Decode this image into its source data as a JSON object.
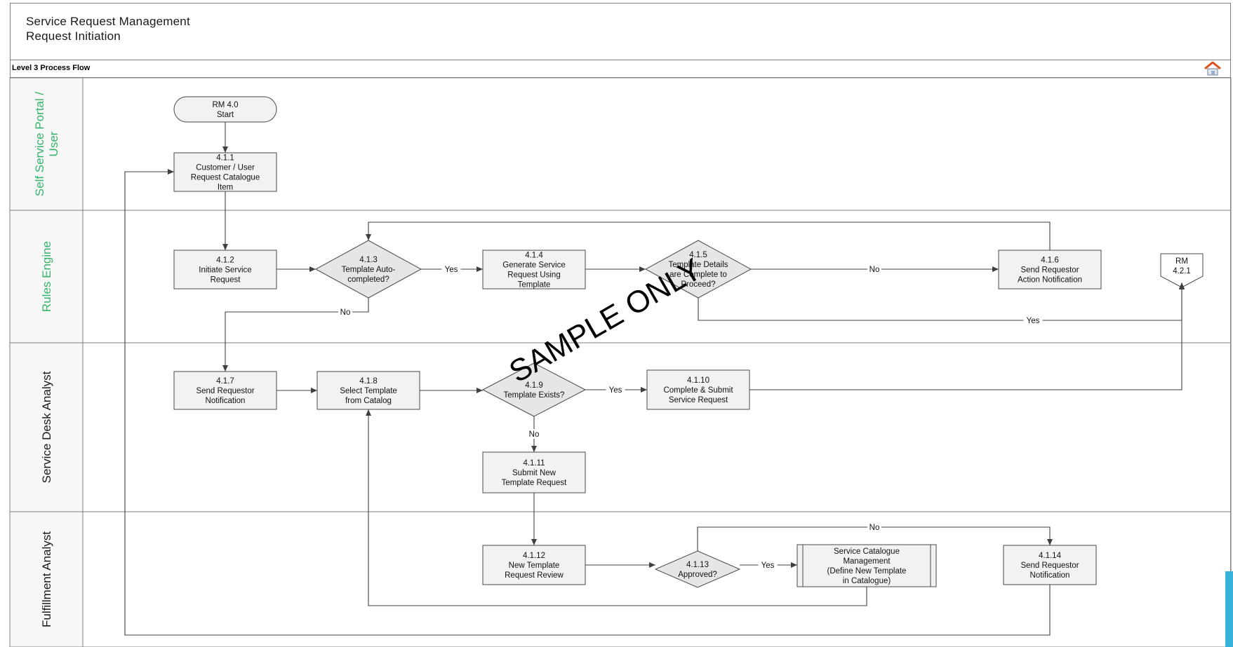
{
  "header": {
    "title_line1": "Service Request Management",
    "title_line2": "Request Initiation"
  },
  "subbar": {
    "label": "Level 3 Process Flow",
    "home_icon": "home-icon"
  },
  "lanes": [
    {
      "id": "portal",
      "label_lines": [
        "Self Service Portal /",
        "User"
      ],
      "color": "#33b36b"
    },
    {
      "id": "rules",
      "label_lines": [
        "Rules Engine"
      ],
      "color": "#33b36b"
    },
    {
      "id": "sda",
      "label_lines": [
        "Service Desk Analyst"
      ],
      "color": "#1a1a1a"
    },
    {
      "id": "fa",
      "label_lines": [
        "Fulfillment Analyst"
      ],
      "color": "#1a1a1a"
    }
  ],
  "nodes": [
    {
      "id": "start",
      "shape": "terminal",
      "lines": [
        "RM 4.0",
        "Start"
      ]
    },
    {
      "id": "n411",
      "shape": "process",
      "lines": [
        "4.1.1",
        "Customer / User",
        "Request Catalogue",
        "Item"
      ]
    },
    {
      "id": "n412",
      "shape": "process",
      "lines": [
        "4.1.2",
        "Initiate Service",
        "Request"
      ]
    },
    {
      "id": "n413",
      "shape": "decision",
      "lines": [
        "4.1.3",
        "Template Auto-",
        "completed?"
      ]
    },
    {
      "id": "n414",
      "shape": "process",
      "lines": [
        "4.1.4",
        "Generate Service",
        "Request Using",
        "Template"
      ]
    },
    {
      "id": "n415",
      "shape": "decision",
      "lines": [
        "4.1.5",
        "Template Details",
        "are Complete to",
        "Proceed?"
      ]
    },
    {
      "id": "n416",
      "shape": "process",
      "lines": [
        "4.1.6",
        "Send Requestor",
        "Action Notification"
      ]
    },
    {
      "id": "rm421",
      "shape": "offpage",
      "lines": [
        "RM",
        "4.2.1"
      ]
    },
    {
      "id": "n417",
      "shape": "process",
      "lines": [
        "4.1.7",
        "Send Requestor",
        "Notification"
      ]
    },
    {
      "id": "n418",
      "shape": "process",
      "lines": [
        "4.1.8",
        "Select Template",
        "from Catalog"
      ]
    },
    {
      "id": "n419",
      "shape": "decision",
      "lines": [
        "4.1.9",
        "Template Exists?"
      ]
    },
    {
      "id": "n4110",
      "shape": "process",
      "lines": [
        "4.1.10",
        "Complete & Submit",
        "Service Request"
      ]
    },
    {
      "id": "n4111",
      "shape": "process",
      "lines": [
        "4.1.11",
        "Submit New",
        "Template Request"
      ]
    },
    {
      "id": "n4112",
      "shape": "process",
      "lines": [
        "4.1.12",
        "New Template",
        "Request Review"
      ]
    },
    {
      "id": "n4113",
      "shape": "decision",
      "lines": [
        "4.1.13",
        "Approved?"
      ]
    },
    {
      "id": "scm",
      "shape": "subprocess",
      "lines": [
        "Service Catalogue",
        "Management",
        "(Define New Template",
        "in Catalogue)"
      ]
    },
    {
      "id": "n4114",
      "shape": "process",
      "lines": [
        "4.1.14",
        "Send Requestor",
        "Notification"
      ]
    }
  ],
  "edges": [
    {
      "id": "e1",
      "from": "start",
      "to": "n411",
      "label": ""
    },
    {
      "id": "e2",
      "from": "n411",
      "to": "n412",
      "label": ""
    },
    {
      "id": "e3",
      "from": "n412",
      "to": "n413",
      "label": ""
    },
    {
      "id": "e4",
      "from": "n413",
      "to": "n414",
      "label": "Yes"
    },
    {
      "id": "e5",
      "from": "n413",
      "to": "n417",
      "label": "No"
    },
    {
      "id": "e6",
      "from": "n414",
      "to": "n415",
      "label": ""
    },
    {
      "id": "e7",
      "from": "n415",
      "to": "n416",
      "label": "No"
    },
    {
      "id": "e8",
      "from": "n415",
      "to": "rm421",
      "label": "Yes"
    },
    {
      "id": "e9",
      "from": "n416",
      "to": "n413",
      "label": ""
    },
    {
      "id": "e10",
      "from": "n417",
      "to": "n418",
      "label": ""
    },
    {
      "id": "e11",
      "from": "n418",
      "to": "n419",
      "label": ""
    },
    {
      "id": "e12",
      "from": "n419",
      "to": "n4110",
      "label": "Yes"
    },
    {
      "id": "e13",
      "from": "n419",
      "to": "n4111",
      "label": "No"
    },
    {
      "id": "e14",
      "from": "n4110",
      "to": "rm421",
      "label": ""
    },
    {
      "id": "e15",
      "from": "n4111",
      "to": "n4112",
      "label": ""
    },
    {
      "id": "e16",
      "from": "n4112",
      "to": "n4113",
      "label": ""
    },
    {
      "id": "e17",
      "from": "n4113",
      "to": "scm",
      "label": "Yes"
    },
    {
      "id": "e18",
      "from": "n4113",
      "to": "n4114",
      "label": "No"
    },
    {
      "id": "e19",
      "from": "scm",
      "to": "n418",
      "label": ""
    },
    {
      "id": "e20",
      "from": "n4114",
      "to": "n411",
      "label": ""
    }
  ],
  "watermark": "SAMPLE ONLY",
  "colors": {
    "box_fill": "#f2f2f2",
    "decision_fill": "#e6e6e6",
    "line": "#3f3f3f",
    "border": "#7f7f7f"
  }
}
